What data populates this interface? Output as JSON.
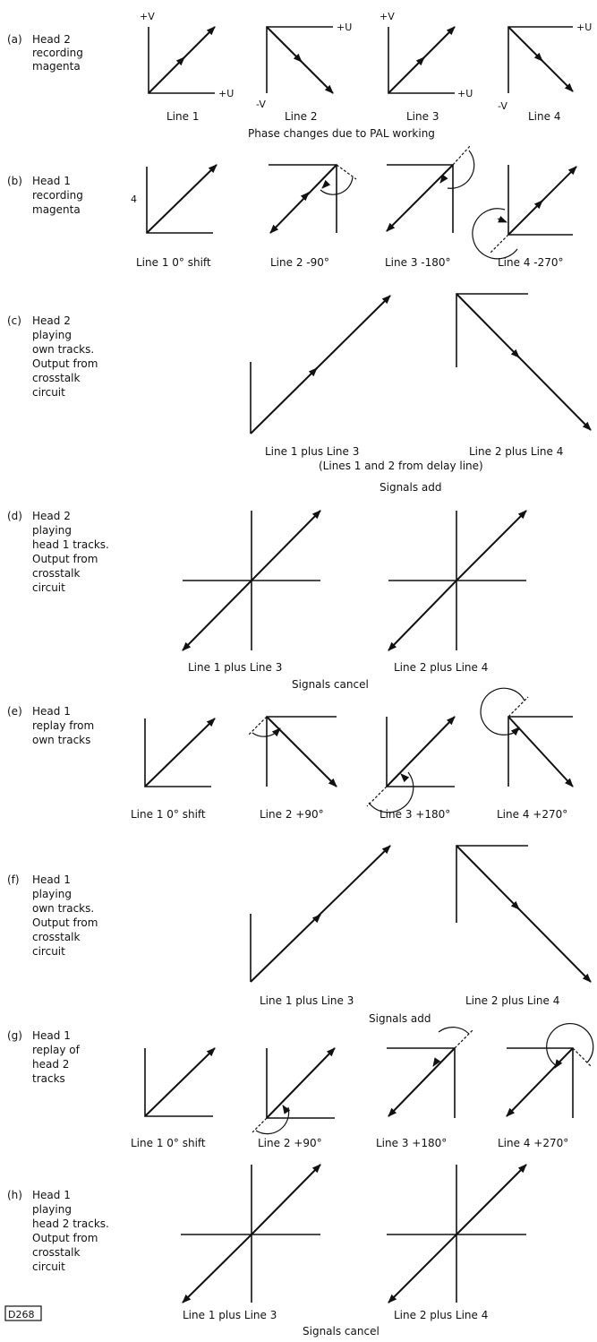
{
  "figure": {
    "reference": "D268",
    "rows": [
      {
        "letter": "(a)",
        "description": [
          "Head 2",
          "recording",
          "magenta"
        ],
        "captions": [
          "Line 1",
          "Line 2",
          "Line 3",
          "Line 4"
        ],
        "axis_labels": {
          "plus_v": "+V",
          "minus_v": "-V",
          "plus_u": "+U"
        },
        "note": "Phase changes due to PAL working"
      },
      {
        "letter": "(b)",
        "description": [
          "Head 1",
          "recording",
          "magenta"
        ],
        "captions": [
          "Line 1  0° shift",
          "Line 2  -90°",
          "Line 3  -180°",
          "Line 4  -270°"
        ],
        "stray_mark": "4"
      },
      {
        "letter": "(c)",
        "description": [
          "Head 2",
          "playing",
          "own tracks.",
          "Output from",
          "crosstalk",
          "circuit"
        ],
        "captions": [
          "Line 1 plus Line 3",
          "Line 2 plus Line 4"
        ],
        "note": "(Lines 1 and 2 from delay line)",
        "result": "Signals add"
      },
      {
        "letter": "(d)",
        "description": [
          "Head 2",
          "playing",
          "head 1 tracks.",
          "Output from",
          "crosstalk",
          "circuit"
        ],
        "captions": [
          "Line 1 plus Line 3",
          "Line 2 plus Line 4"
        ],
        "result": "Signals cancel"
      },
      {
        "letter": "(e)",
        "description": [
          "Head 1",
          "replay from",
          "own tracks"
        ],
        "captions": [
          "Line 1  0° shift",
          "Line 2  +90°",
          "Line 3  +180°",
          "Line 4  +270°"
        ]
      },
      {
        "letter": "(f)",
        "description": [
          "Head 1",
          "playing",
          "own tracks.",
          "Output from",
          "crosstalk",
          "circuit"
        ],
        "captions": [
          "Line 1 plus Line 3",
          "Line 2 plus Line 4"
        ],
        "result": "Signals add"
      },
      {
        "letter": "(g)",
        "description": [
          "Head 1",
          "replay of",
          "head 2",
          "tracks"
        ],
        "captions": [
          "Line 1  0° shift",
          "Line 2  +90°",
          "Line 3  +180°",
          "Line 4  +270°"
        ]
      },
      {
        "letter": "(h)",
        "description": [
          "Head 1",
          "playing",
          "head 2 tracks.",
          "Output from",
          "crosstalk",
          "circuit"
        ],
        "captions": [
          "Line 1 plus Line 3",
          "Line 2 plus Line 4"
        ],
        "result": "Signals cancel"
      }
    ]
  }
}
